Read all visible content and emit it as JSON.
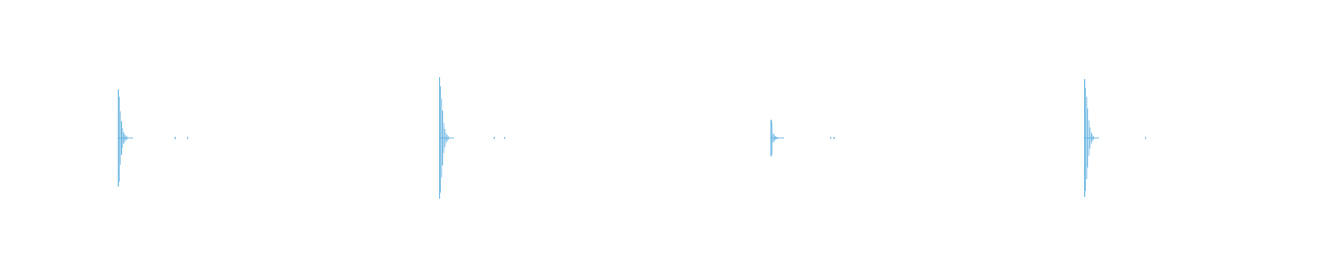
{
  "colors": {
    "background": "#ffffff",
    "waveform": "#5aaee0"
  },
  "waveform": {
    "channels": 1,
    "clips": [
      {
        "name": "",
        "peak_amplitude": 0.8,
        "decay_spikes": [
          0.55,
          0.35,
          0.2,
          0.12,
          0.08,
          0.05,
          0.03
        ],
        "tail_ticks": 2
      },
      {
        "name": "",
        "peak_amplitude": 1.0,
        "decay_spikes": [
          0.65,
          0.45,
          0.25,
          0.15,
          0.08,
          0.05,
          0.03
        ],
        "tail_ticks": 2
      },
      {
        "name": "",
        "peak_amplitude": 0.3,
        "decay_spikes": [
          0.25,
          0.18,
          0.1,
          0.06,
          0.04
        ],
        "tail_ticks": 2
      },
      {
        "name": "",
        "peak_amplitude": 0.97,
        "decay_spikes": [
          0.7,
          0.5,
          0.3,
          0.18,
          0.1,
          0.06,
          0.03
        ],
        "tail_ticks": 1
      }
    ]
  }
}
